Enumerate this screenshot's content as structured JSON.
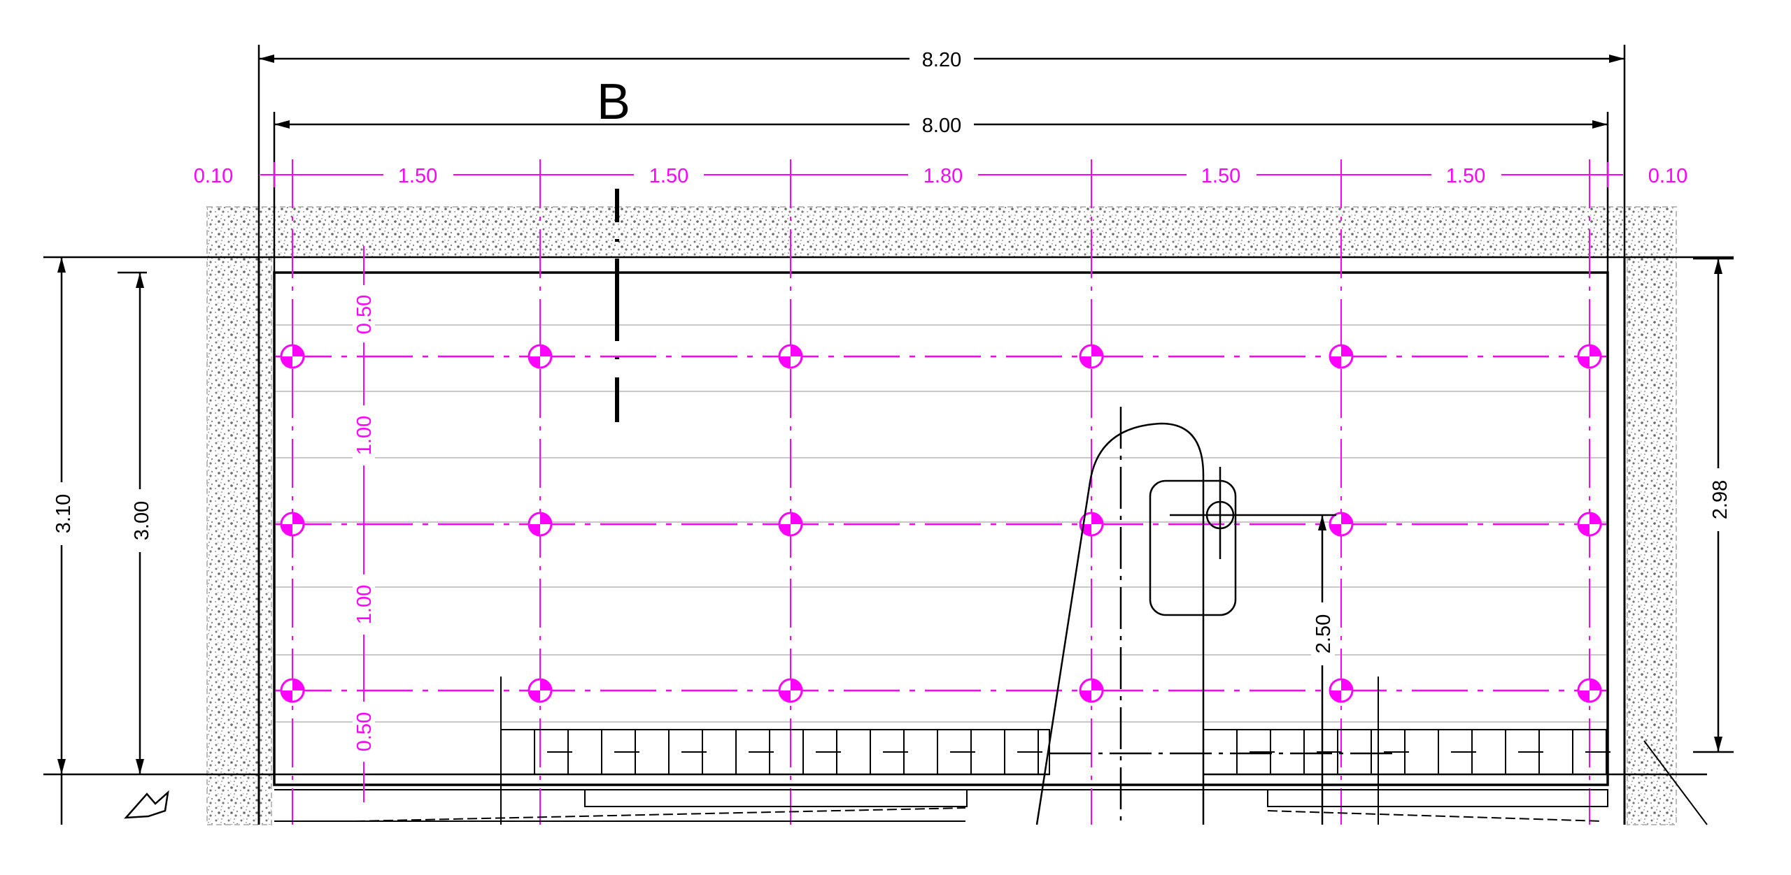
{
  "section_label": "B",
  "overall_width": "8.20",
  "inner_width": "8.00",
  "edge_left": "0.10",
  "edge_right": "0.10",
  "bays": [
    "1.50",
    "1.50",
    "1.80",
    "1.50",
    "1.50"
  ],
  "total_height": "3.10",
  "inner_height": "3.00",
  "right_height": "2.98",
  "row_spacings": [
    "0.50",
    "1.00",
    "1.00",
    "0.50"
  ],
  "hook_height": "2.50",
  "colors": {
    "magenta": "#ff00ff",
    "ink": "#000000",
    "concrete": "#a0a0a0"
  }
}
